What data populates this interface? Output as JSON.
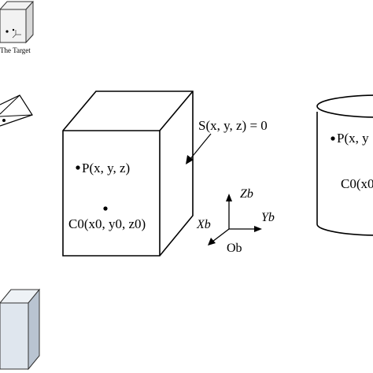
{
  "target_thumbnail": {
    "caption": "The Target"
  },
  "main_box": {
    "surface_equation": "S(x, y, z) = 0",
    "point_p_label": "P(x, y, z)",
    "center_c0_label": "C0(x0, y0, z0)"
  },
  "axes": {
    "z_label": "Zb",
    "y_label": "Yb",
    "x_label": "Xb",
    "origin_label": "Ob"
  },
  "cylinder": {
    "point_p_label_partial": "P(x, y",
    "center_c0_label_partial": "C0(x0"
  }
}
